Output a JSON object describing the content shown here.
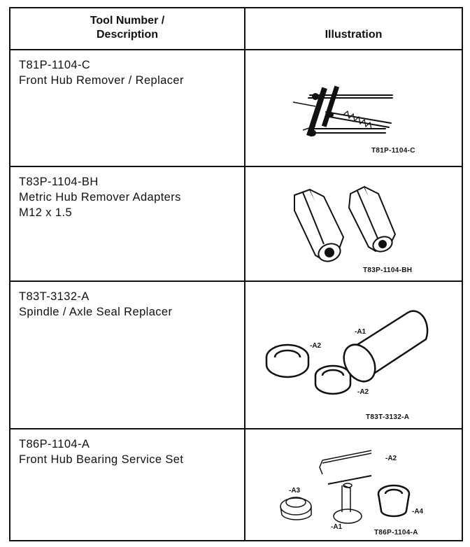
{
  "header": {
    "col1_line1": "Tool Number /",
    "col1_line2": "Description",
    "col2": "Illustration"
  },
  "rows": [
    {
      "tool_number": "T81P-1104-C",
      "description": [
        "Front Hub Remover / Replacer"
      ],
      "caption": "T81P-1104-C",
      "illustration_icon": "hub-remover-puller-icon"
    },
    {
      "tool_number": "T83P-1104-BH",
      "description": [
        "Metric Hub Remover Adapters",
        "M12 x 1.5"
      ],
      "caption": "T83P-1104-BH",
      "illustration_icon": "hex-adapters-icon"
    },
    {
      "tool_number": "T83T-3132-A",
      "description": [
        "Spindle / Axle Seal Replacer"
      ],
      "caption": "T83T-3132-A",
      "callouts": [
        "-A1",
        "-A2",
        "-A2"
      ],
      "illustration_icon": "seal-replacer-icon"
    },
    {
      "tool_number": "T86P-1104-A",
      "description": [
        "Front Hub Bearing Service Set"
      ],
      "caption": "T86P-1104-A",
      "callouts": [
        "-A2",
        "-A3",
        "-A1",
        "-A4"
      ],
      "illustration_icon": "bearing-service-set-icon"
    }
  ]
}
